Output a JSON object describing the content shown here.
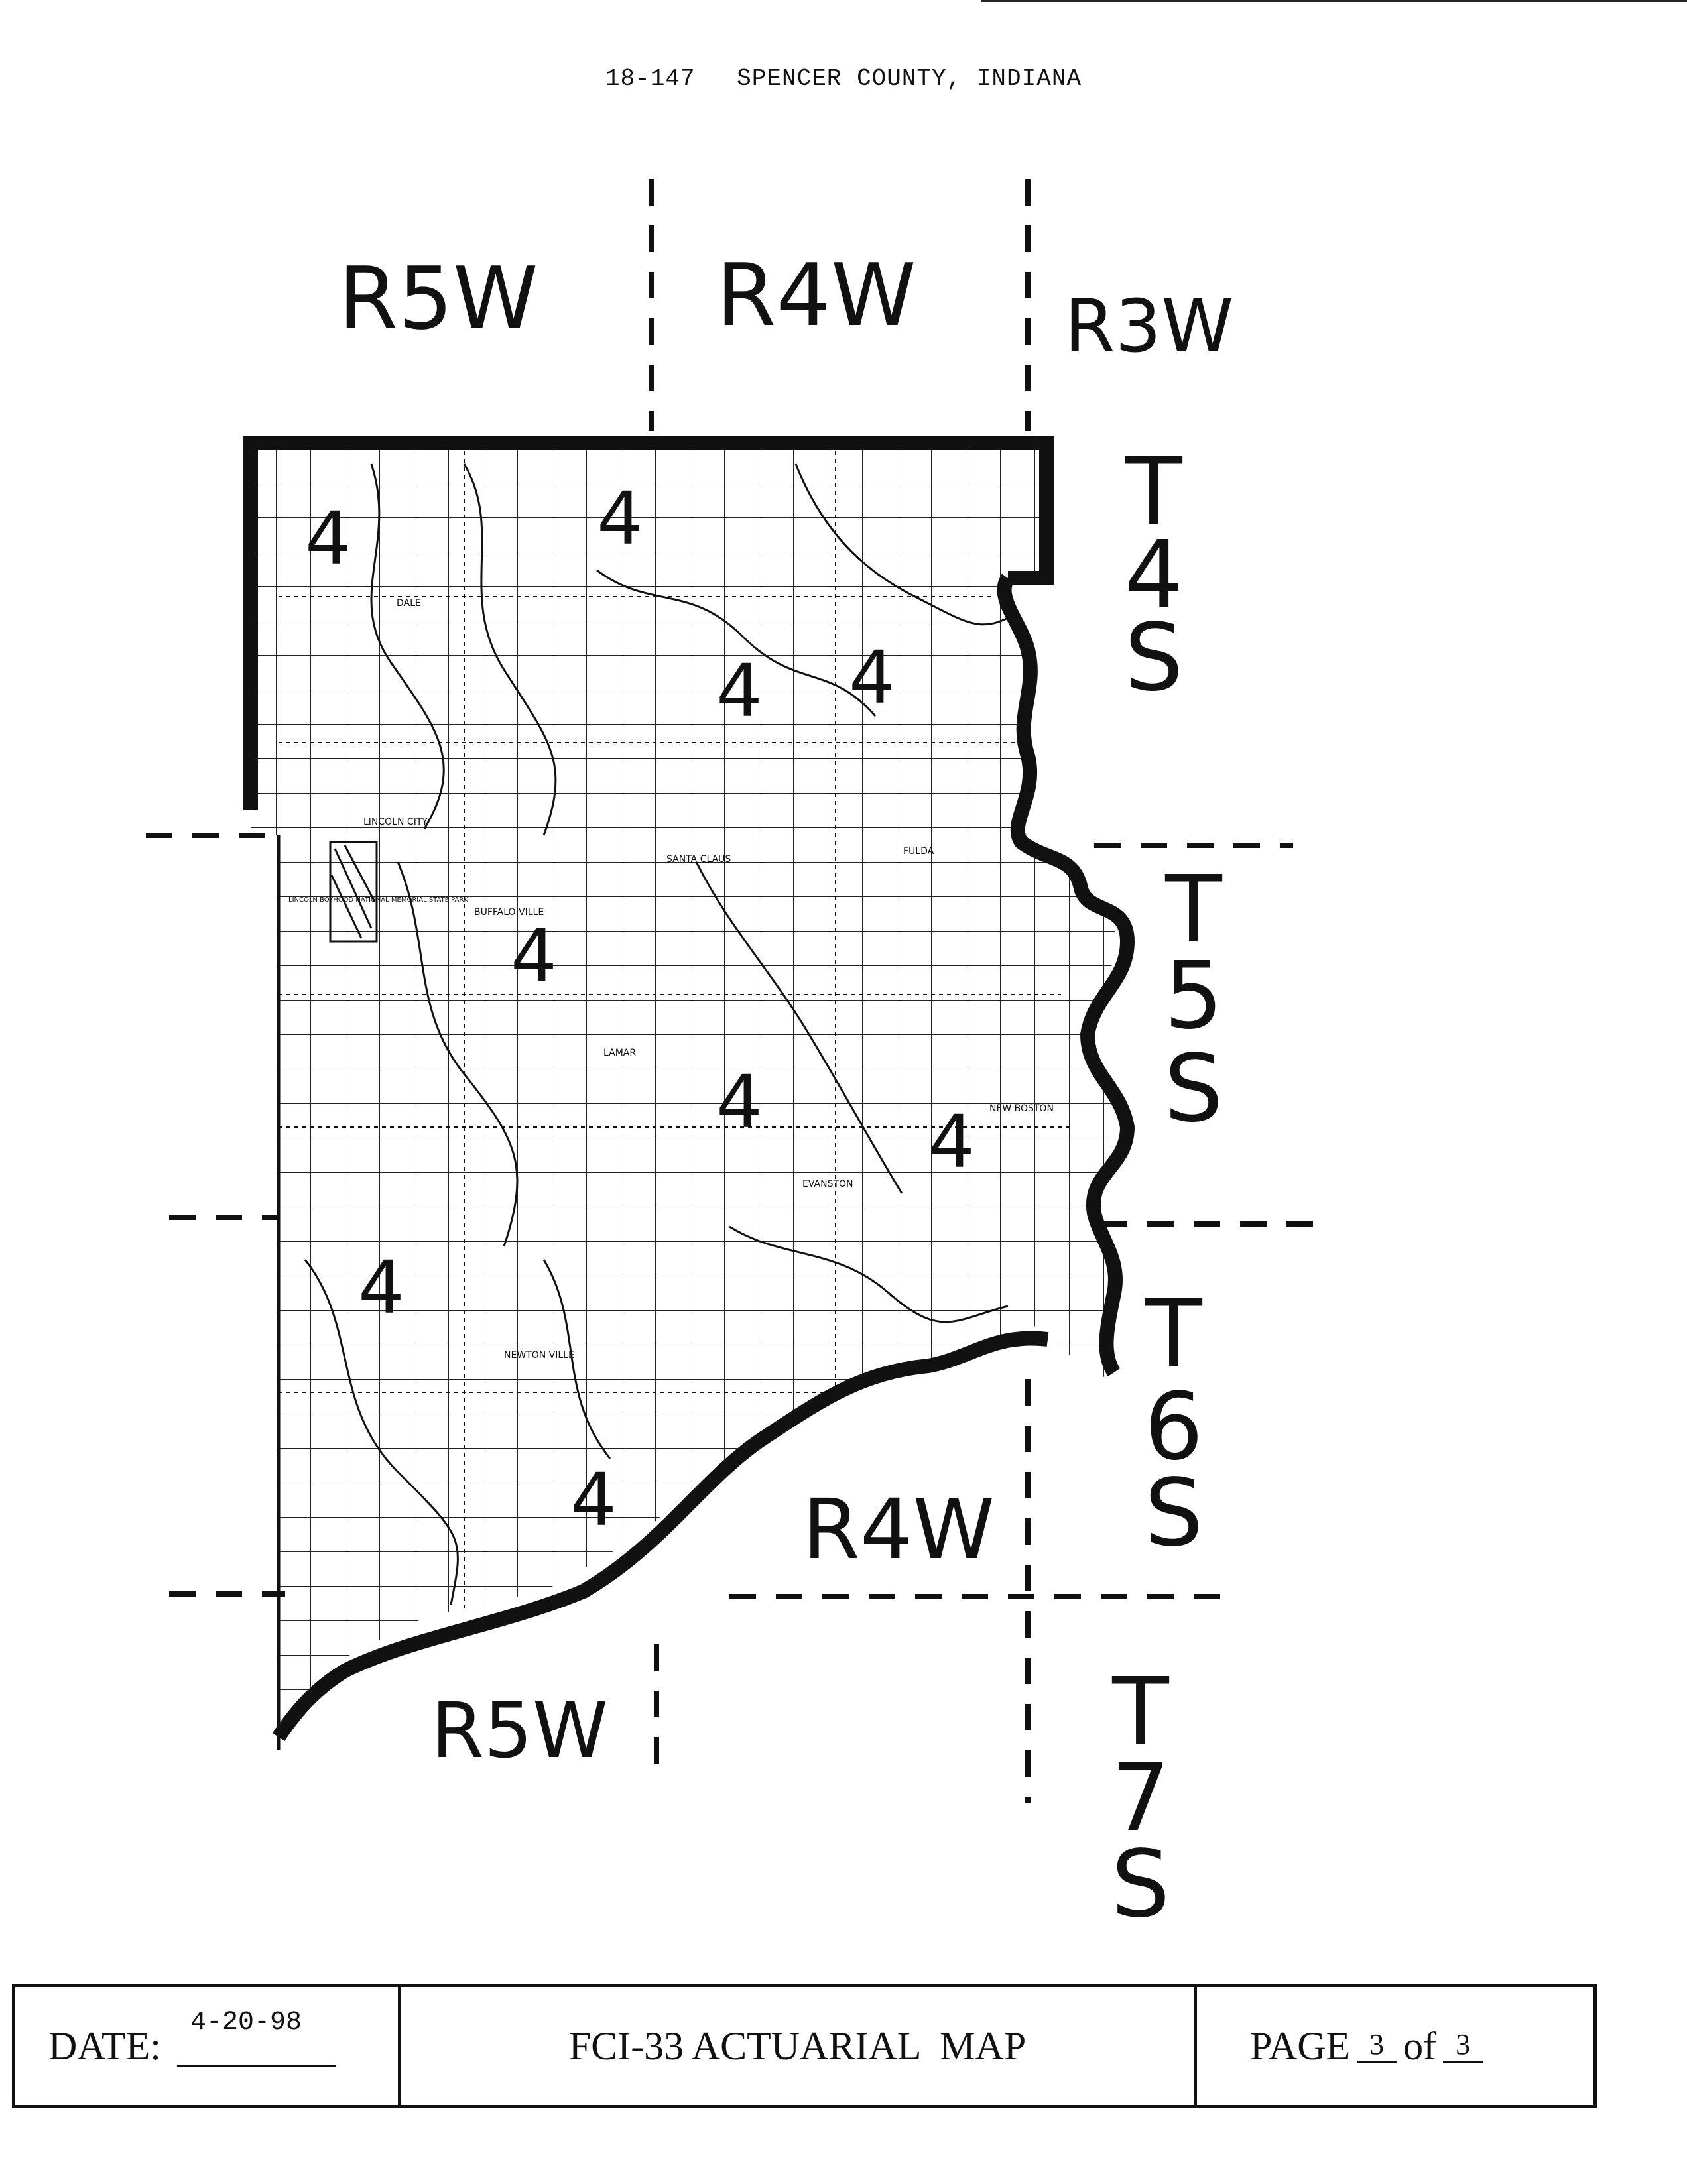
{
  "header": {
    "code": "18-147",
    "county": "SPENCER COUNTY, INDIANA"
  },
  "ranges": {
    "r5w_top": "R5W",
    "r4w_top": "R4W",
    "r3w_top": "R3W",
    "r4w_mid": "R4W",
    "r5w_bottom": "R5W"
  },
  "townships": {
    "t4s": [
      "T",
      "4",
      "S"
    ],
    "t5s": [
      "T",
      "5",
      "S"
    ],
    "t6s": [
      "T",
      "6",
      "S"
    ],
    "t7s": [
      "T",
      "7",
      "S"
    ]
  },
  "map_labels": {
    "dale": "DALE",
    "lincoln_city": "LINCOLN CITY",
    "santa_claus": "SANTA CLAUS",
    "fulda": "FULDA",
    "buffaloville": "BUFFALO VILLE",
    "lamar": "LAMAR",
    "evanston": "EVANSTON",
    "new_boston": "NEW BOSTON",
    "newtonville": "NEWTON VILLE",
    "memorial": "LINCOLN BOYHOOD NATIONAL MEMORIAL STATE PARK",
    "rating_mark": "4"
  },
  "footer": {
    "date_label": "DATE:",
    "date_value": "4-20-98",
    "title": "FCI-33 ACTUARIAL  MAP",
    "page_label": "PAGE",
    "page_current": "3",
    "page_of": "of",
    "page_total": "3"
  }
}
